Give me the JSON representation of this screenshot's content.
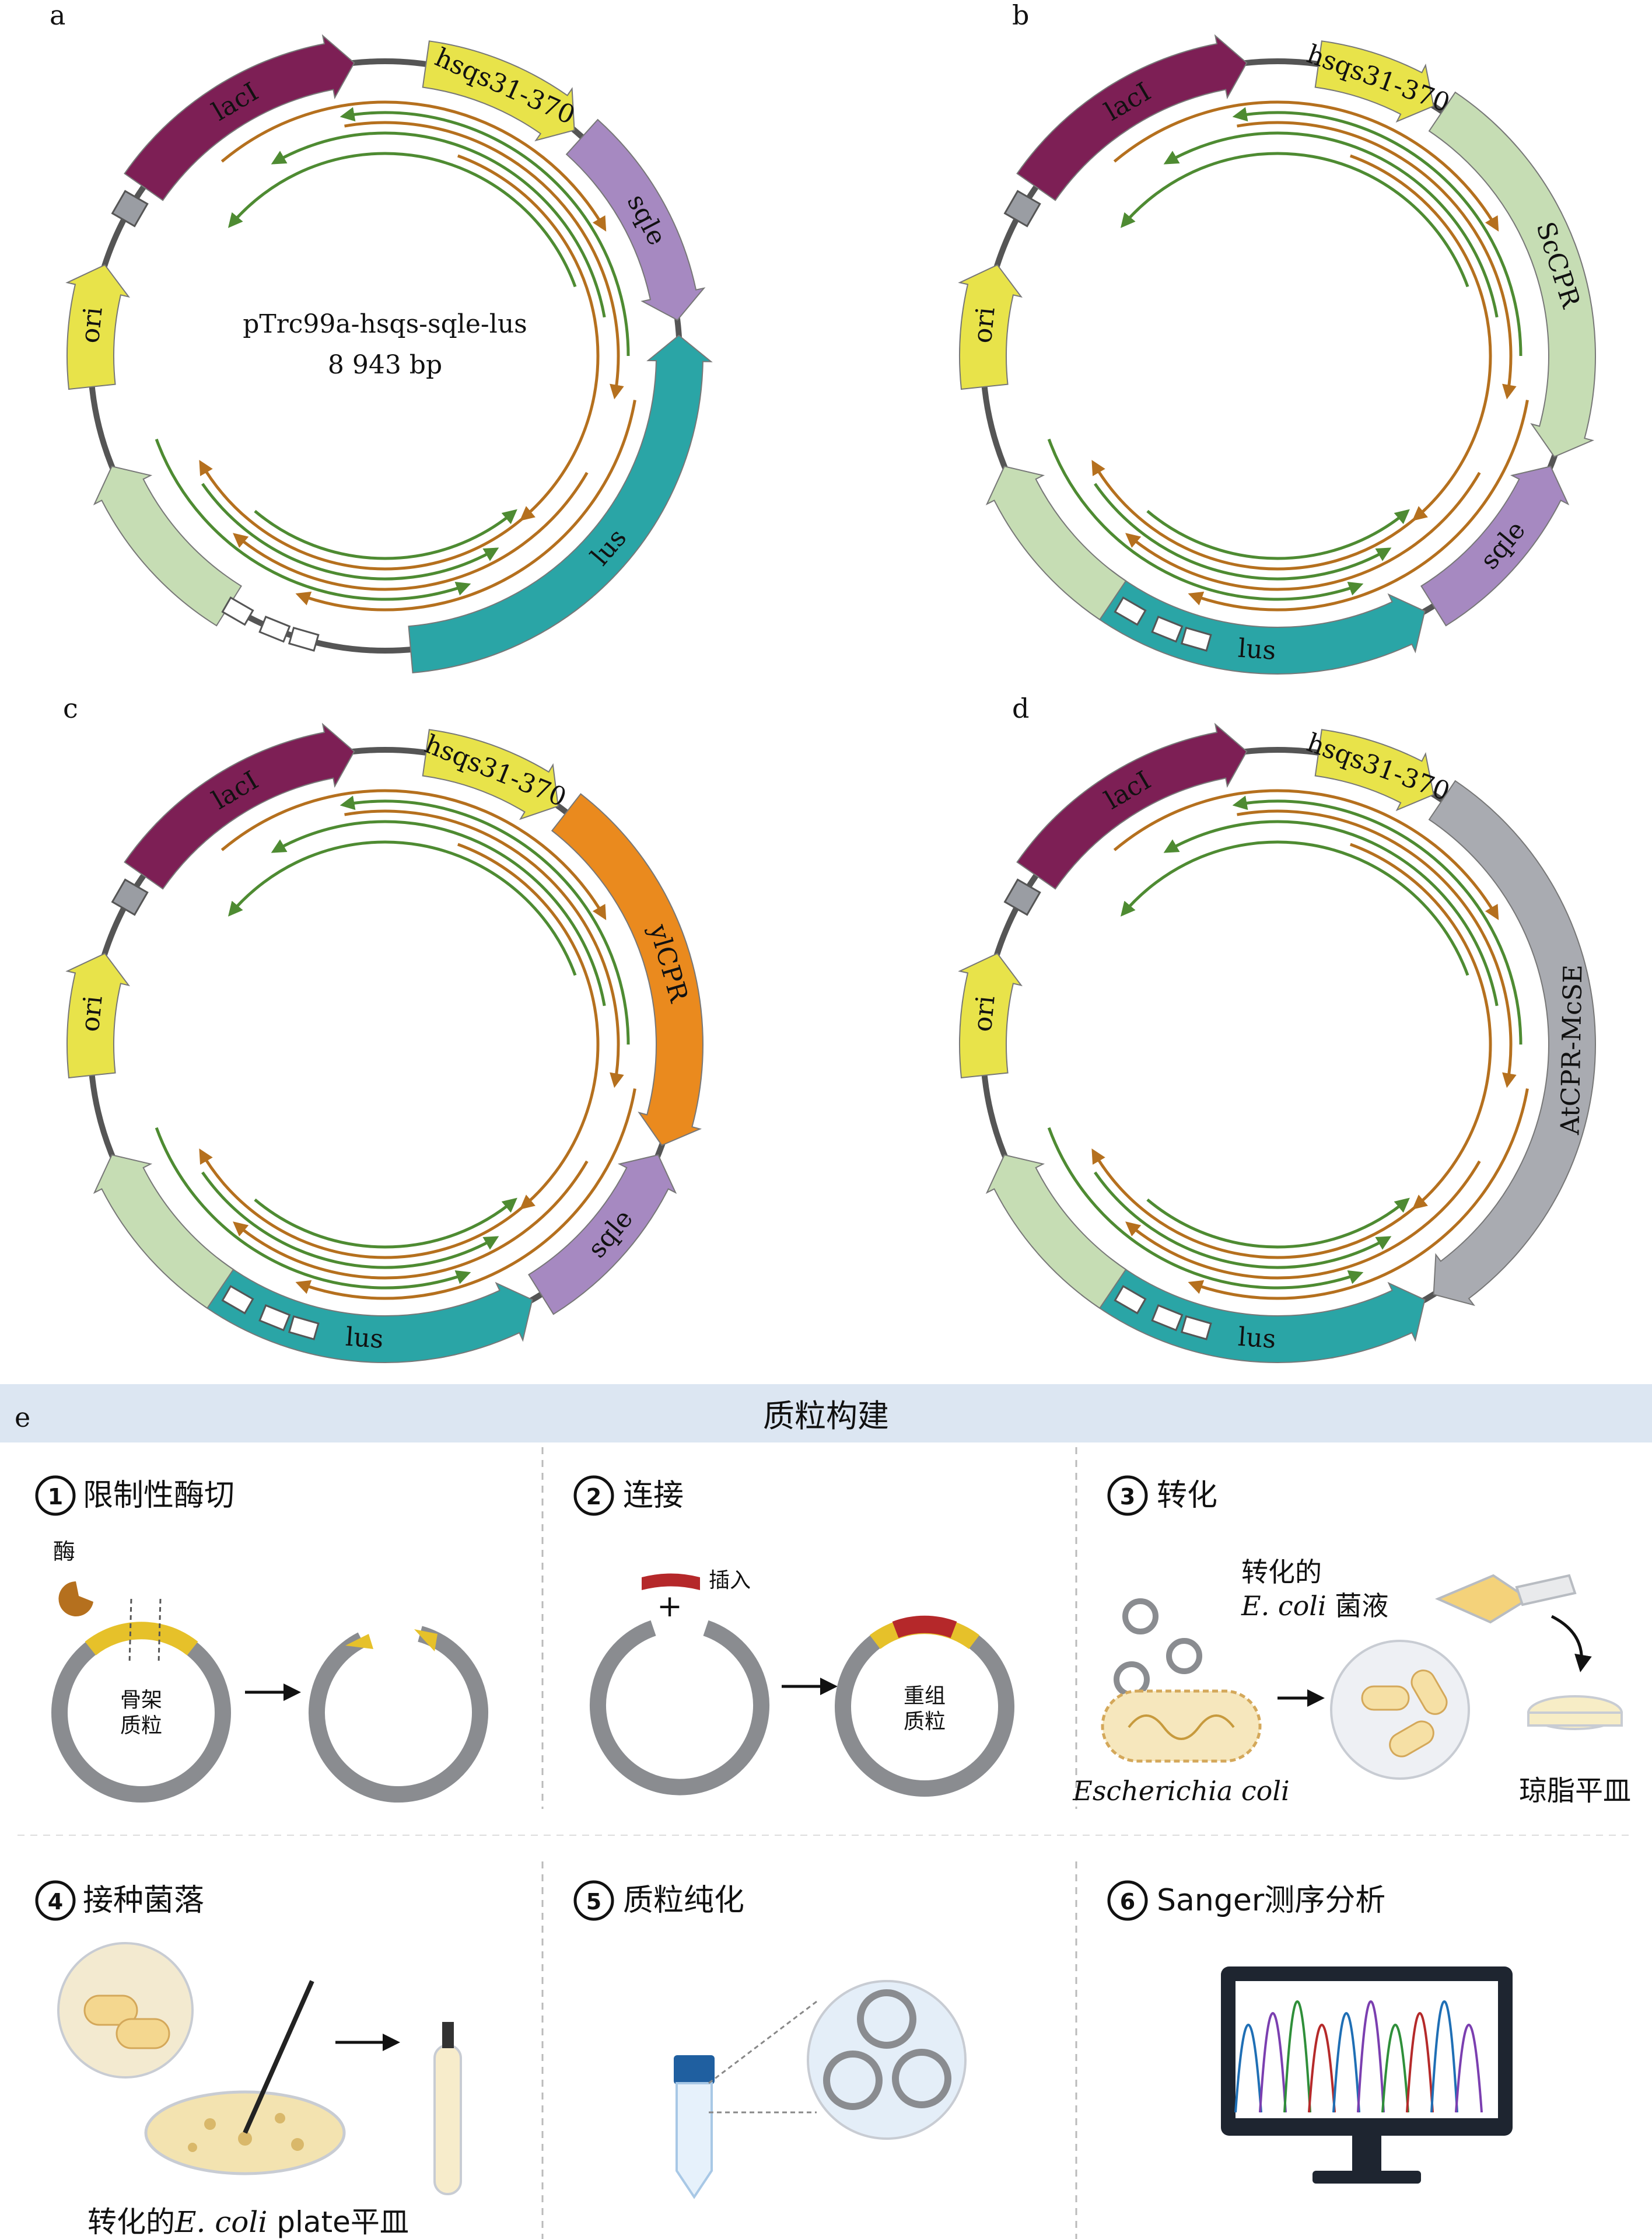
{
  "plasmids": [
    {
      "panel": "a",
      "name": "pTrc99a-hsqs-sqle-lus",
      "size": "8 943 bp",
      "features": [
        {
          "label": "lacI",
          "color": "#7d1f55"
        },
        {
          "label": "hsqs31-370",
          "color": "#e8e34a"
        },
        {
          "label": "sqle",
          "color": "#a689c1"
        },
        {
          "label": "lus",
          "color": "#2aa5a6"
        },
        {
          "label": "",
          "color": "#c6ddb4"
        },
        {
          "label": "ori",
          "color": "#e8e34a"
        }
      ]
    },
    {
      "panel": "b",
      "name": "",
      "size": "",
      "features": [
        {
          "label": "lacI",
          "color": "#7d1f55"
        },
        {
          "label": "hsqs31-370",
          "color": "#e8e34a"
        },
        {
          "label": "ScCPR",
          "color": "#c6ddb4"
        },
        {
          "label": "sqle",
          "color": "#a689c1"
        },
        {
          "label": "lus",
          "color": "#2aa5a6"
        },
        {
          "label": "",
          "color": "#c6ddb4"
        },
        {
          "label": "ori",
          "color": "#e8e34a"
        }
      ]
    },
    {
      "panel": "c",
      "name": "",
      "size": "",
      "features": [
        {
          "label": "lacI",
          "color": "#7d1f55"
        },
        {
          "label": "hsqs31-370",
          "color": "#e8e34a"
        },
        {
          "label": "ylCPR",
          "color": "#ea8a1e"
        },
        {
          "label": "sqle",
          "color": "#a689c1"
        },
        {
          "label": "lus",
          "color": "#2aa5a6"
        },
        {
          "label": "",
          "color": "#c6ddb4"
        },
        {
          "label": "ori",
          "color": "#e8e34a"
        }
      ]
    },
    {
      "panel": "d",
      "name": "",
      "size": "",
      "features": [
        {
          "label": "lacI",
          "color": "#7d1f55"
        },
        {
          "label": "hsqs31-370",
          "color": "#e8e34a"
        },
        {
          "label": "AtCPR-McSE",
          "color": "#a9abb1"
        },
        {
          "label": "lus",
          "color": "#2aa5a6"
        },
        {
          "label": "",
          "color": "#c6ddb4"
        },
        {
          "label": "ori",
          "color": "#e8e34a"
        }
      ]
    }
  ],
  "workflow": {
    "panel": "e",
    "title": "质粒构建",
    "steps": [
      {
        "num": "1",
        "label": "限制性酶切"
      },
      {
        "num": "2",
        "label": "连接"
      },
      {
        "num": "3",
        "label": "转化"
      },
      {
        "num": "4",
        "label": "接种菌落"
      },
      {
        "num": "5",
        "label": "质粒纯化"
      },
      {
        "num": "6",
        "label": "Sanger测序分析"
      }
    ],
    "labels": {
      "enzyme": "酶",
      "backbone": "骨架\n质粒",
      "insert": "插入",
      "recombinant": "重组\n质粒",
      "transformed_line1": "转化的",
      "transformed_ecoli": "E. coli",
      "transformed_line2": " 菌液",
      "escherichia": "Escherichia coli",
      "agar_plate": "琼脂平皿",
      "plate_prefix": "转化的",
      "plate_ecoli": "E. coli",
      "plate_suffix": " plate平皿",
      "plus": "+"
    }
  },
  "colors": {
    "backbone_gray": "#8a8c90",
    "orange_arrow": "#b5701e",
    "green_arrow": "#4e8b32",
    "header_band": "#dce6f2",
    "yellow": "#e6c12a",
    "red": "#b5282a",
    "chromatogram": [
      "#1f6fb5",
      "#7b3fb0",
      "#2f8f3a",
      "#b52a2a"
    ]
  }
}
